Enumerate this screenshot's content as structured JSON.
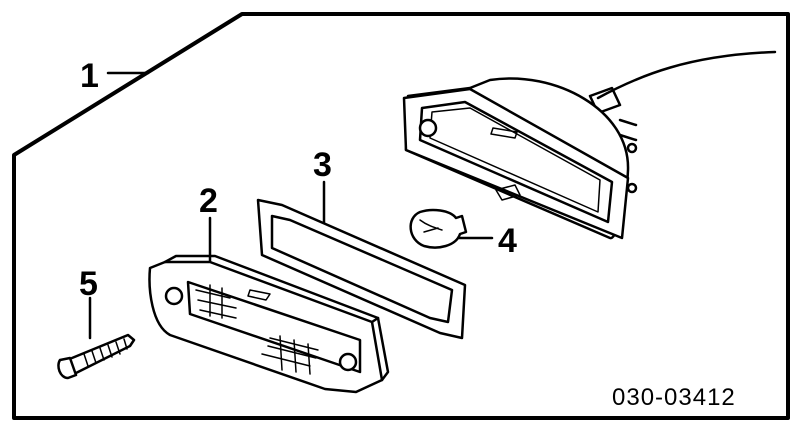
{
  "callouts": {
    "c1": "1",
    "c2": "2",
    "c3": "3",
    "c4": "4",
    "c5": "5"
  },
  "part_number": "030-03412"
}
